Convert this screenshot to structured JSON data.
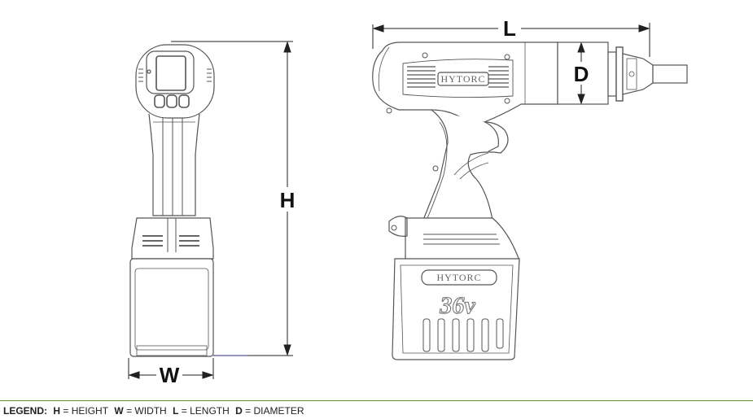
{
  "dimensions": {
    "height": "H",
    "width": "W",
    "length": "L",
    "diameter": "D"
  },
  "branding": {
    "side_brand": "HYTORC",
    "battery_brand": "HYTORC",
    "battery_voltage": "36v"
  },
  "legend": {
    "title": "LEGEND:",
    "h_key": "H",
    "h_value": "= HEIGHT",
    "w_key": "W",
    "w_value": "= WIDTH",
    "l_key": "L",
    "l_value": "= LENGTH",
    "d_key": "D",
    "d_value": "= DIAMETER"
  },
  "colors": {
    "line": "#555555",
    "dimension_line": "#222222",
    "legend_rule": "#5a8f3a"
  }
}
